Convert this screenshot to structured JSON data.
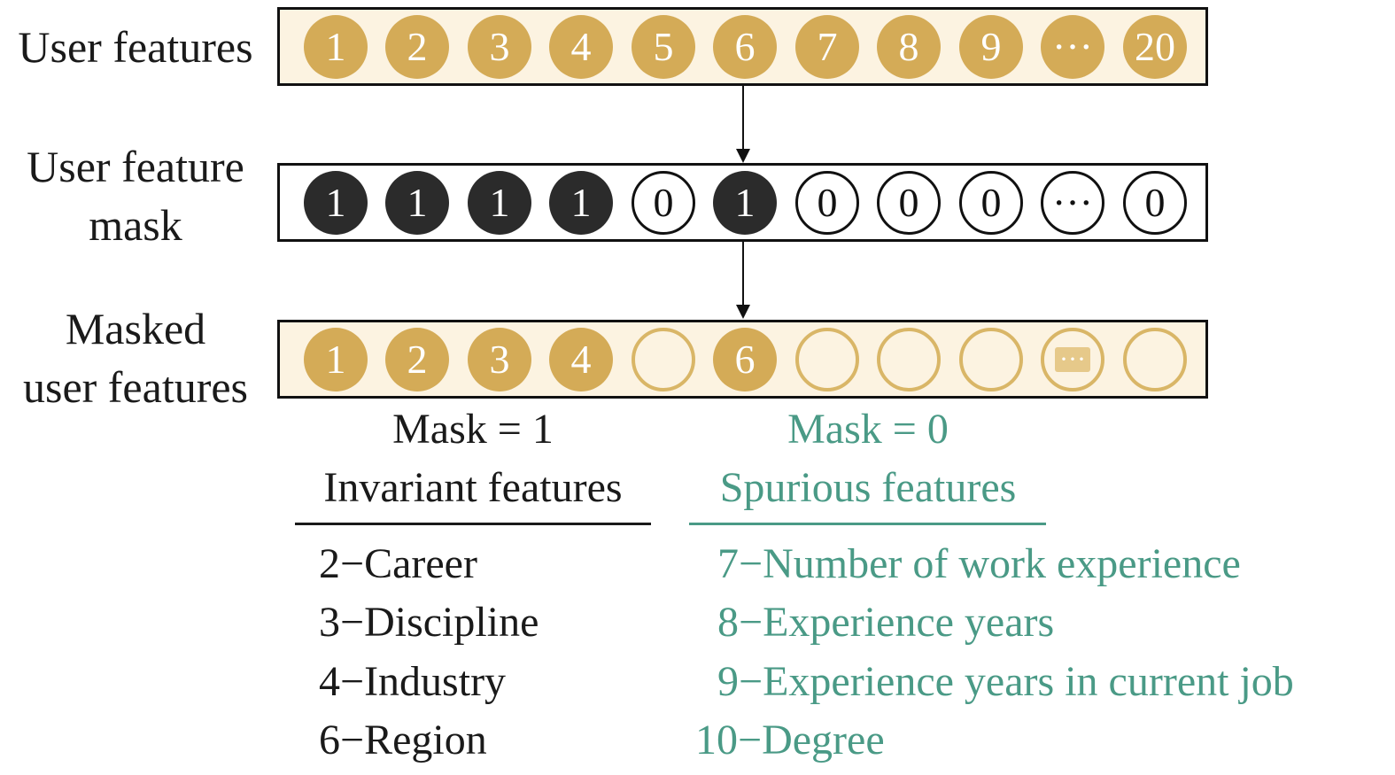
{
  "labels": {
    "user_features": "User features",
    "user_feature_mask": [
      "User feature",
      "mask"
    ],
    "masked_user_features": [
      "Masked",
      "user features"
    ]
  },
  "user_features": [
    "1",
    "2",
    "3",
    "4",
    "5",
    "6",
    "7",
    "8",
    "9",
    "···",
    "20"
  ],
  "mask": [
    "1",
    "1",
    "1",
    "1",
    "0",
    "1",
    "0",
    "0",
    "0",
    "···",
    "0"
  ],
  "masked_features": [
    "1",
    "2",
    "3",
    "4",
    "",
    "6",
    "",
    "",
    "",
    "···",
    ""
  ],
  "invariant": {
    "header": "Mask = 1",
    "title": "Invariant features",
    "items": [
      "2−Career",
      "3−Discipline",
      "4−Industry",
      "6−Region"
    ]
  },
  "spurious": {
    "header": "Mask = 0",
    "title": "Spurious features",
    "items": [
      "7−Number of work experience",
      "8−Experience years",
      "9−Experience years in current job",
      "10−Degree"
    ]
  },
  "colors": {
    "gold": "#d4ab57",
    "cream": "#fcf3e1",
    "dark": "#2b2b2b",
    "teal": "#4a9a86"
  }
}
